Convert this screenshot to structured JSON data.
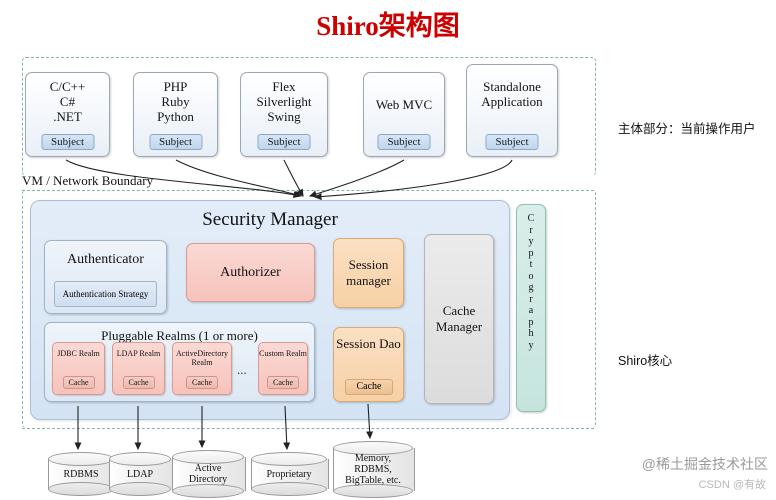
{
  "title": "Shiro架构图",
  "boundary_label": "VM / Network Boundary",
  "side_labels": {
    "top": "主体部分：当前操作用户",
    "bottom": "Shiro核心"
  },
  "subjects": [
    {
      "name": "subject-box-c",
      "lines": [
        "C/C++",
        "C#",
        ".NET"
      ],
      "pill": "Subject"
    },
    {
      "name": "subject-box-php",
      "lines": [
        "PHP",
        "Ruby",
        "Python"
      ],
      "pill": "Subject"
    },
    {
      "name": "subject-box-flex",
      "lines": [
        "Flex",
        "Silverlight",
        "Swing"
      ],
      "pill": "Subject"
    },
    {
      "name": "subject-box-webmvc",
      "lines": [
        "Web MVC"
      ],
      "pill": "Subject"
    },
    {
      "name": "subject-box-standalone",
      "lines": [
        "Standalone",
        "Application"
      ],
      "pill": "Subject"
    }
  ],
  "security_manager": {
    "title": "Security Manager",
    "authenticator": {
      "label": "Authenticator",
      "sub": "Authentication Strategy"
    },
    "authorizer": {
      "label": "Authorizer"
    },
    "session_manager": {
      "label": "Session manager"
    },
    "cache_manager": {
      "label": "Cache Manager"
    },
    "session_dao": {
      "label": "Session Dao",
      "cache": "Cache"
    },
    "realms": {
      "title": "Pluggable Realms (1 or more)",
      "dots": "...",
      "items": [
        {
          "label": "JDBC Realm",
          "cache": "Cache"
        },
        {
          "label": "LDAP Realm",
          "cache": "Cache"
        },
        {
          "label": "ActiveDirectory Realm",
          "cache": "Cache"
        },
        {
          "label": "Custom Realm",
          "cache": "Cache"
        }
      ]
    },
    "cryptography": "Cryptography"
  },
  "datastores": [
    {
      "name": "datastore-rdbms",
      "lines": [
        "RDBMS"
      ]
    },
    {
      "name": "datastore-ldap",
      "lines": [
        "LDAP"
      ]
    },
    {
      "name": "datastore-active-directory",
      "lines": [
        "Active",
        "Directory"
      ]
    },
    {
      "name": "datastore-proprietary",
      "lines": [
        "Proprietary"
      ]
    },
    {
      "name": "datastore-memory",
      "lines": [
        "Memory,",
        "RDBMS,",
        "BigTable, etc."
      ]
    }
  ],
  "watermark": "@稀土掘金技术社区",
  "watermark2": "CSDN @有故",
  "colors": {
    "title": "#cc0000",
    "dashed": "#7fb8a9",
    "panel": "#d4e3f4",
    "red_card": "#f6c3bb",
    "orange_card": "#f7d0a5",
    "grey_card": "#dcdcdc",
    "teal_card": "#c6e4de"
  }
}
